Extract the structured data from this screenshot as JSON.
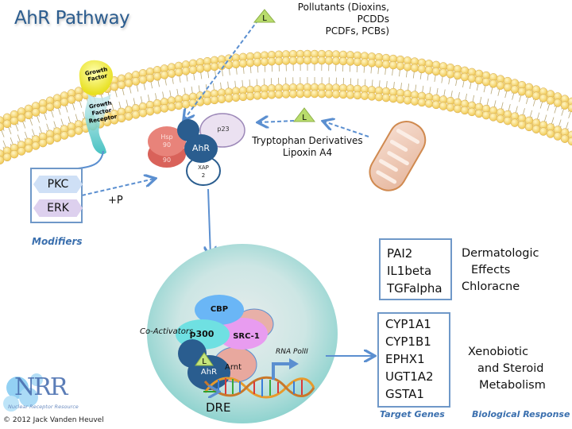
{
  "title": "AhR Pathway",
  "ligands": {
    "pollutants": [
      "Pollutants (Dioxins, PCDDs",
      "PCDFs, PCBs)"
    ],
    "endogenous": [
      "Tryptophan Derivatives",
      "Lipoxin A4"
    ],
    "ligand_symbol": "L"
  },
  "growth_factor": {
    "factor_label": [
      "Growth",
      "Factor"
    ],
    "receptor_label": [
      "Growth",
      "Factor",
      "Receptor"
    ]
  },
  "cytoplasmic_complex": {
    "hsp1": [
      "Hsp",
      "90"
    ],
    "hsp2": "90",
    "ahr": "AhR",
    "p23": "p23",
    "xap": [
      "XAP",
      "2"
    ]
  },
  "modifiers": {
    "items": [
      "PKC",
      "ERK"
    ],
    "label": "Modifiers",
    "phosphorylation": "+P"
  },
  "nucleus": {
    "cbp": "CBP",
    "p300": "p300",
    "src1": "SRC-1",
    "coactivators": "Co-Activators",
    "ahr": "AhR",
    "arnt": "Arnt",
    "ligand": "L",
    "rna_pol": "RNA PolII",
    "dre": "DRE"
  },
  "target_genes": {
    "dermatologic_genes": [
      "PAI2",
      "IL1beta",
      "TGFalpha"
    ],
    "metabolism_genes": [
      "CYP1A1",
      "CYP1B1",
      "EPHX1",
      "UGT1A2",
      "GSTA1"
    ],
    "label": "Target Genes"
  },
  "biological_response": {
    "dermatologic": [
      "Dermatologic",
      "Effects",
      "Chloracne"
    ],
    "metabolism": [
      "Xenobiotic",
      "and Steroid",
      "Metabolism"
    ],
    "label": "Biological Response"
  },
  "logo": {
    "acronym": "NRR",
    "name": "Nuclear Receptor Resource"
  },
  "copyright": "© 2012 Jack Vanden Heuvel",
  "colors": {
    "title": "#2c5d8f",
    "arrow": "#5b8fd0",
    "box_border": "#6f98c8",
    "membrane": "#f6d77a",
    "ahr": "#2a5d8f",
    "hsp": "#e07a72",
    "nucleus": "#c9ecec"
  }
}
